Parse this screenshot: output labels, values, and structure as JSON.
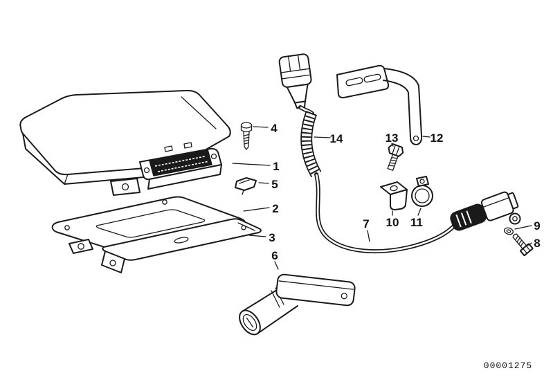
{
  "page": {
    "background": "#ffffff",
    "line_color": "#1a1a1a"
  },
  "diagram": {
    "doc_number": "00001275",
    "parts": [
      {
        "num": "1"
      },
      {
        "num": "2"
      },
      {
        "num": "3"
      },
      {
        "num": "4"
      },
      {
        "num": "5"
      },
      {
        "num": "6"
      },
      {
        "num": "7"
      },
      {
        "num": "8"
      },
      {
        "num": "9"
      },
      {
        "num": "10"
      },
      {
        "num": "11"
      },
      {
        "num": "12"
      },
      {
        "num": "13"
      },
      {
        "num": "14"
      }
    ]
  }
}
